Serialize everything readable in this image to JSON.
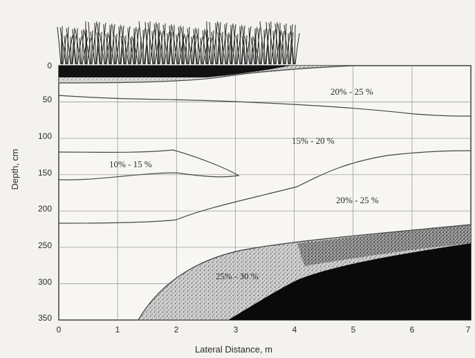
{
  "axes": {
    "xlabel": "Lateral Distance, m",
    "ylabel": "Depth, cm",
    "x_ticks": [
      "0",
      "1",
      "2",
      "3",
      "4",
      "5",
      "6",
      "7"
    ],
    "y_ticks": [
      "0",
      "50",
      "100",
      "150",
      "200",
      "250",
      "300",
      "350"
    ],
    "xlim": [
      0,
      7
    ],
    "ylim": [
      0,
      350
    ]
  },
  "zones": [
    {
      "label": "20% - 25 %"
    },
    {
      "label": "15% - 20 %"
    },
    {
      "label": "10% - 15 %"
    },
    {
      "label": "20% - 25 %"
    },
    {
      "label": "25% - 30 %"
    }
  ],
  "colors": {
    "ink": "#2a2a2a",
    "grid": "#9a9a9a",
    "bedrock": "#0a0a0a",
    "stipple": "#c8c8c8"
  }
}
